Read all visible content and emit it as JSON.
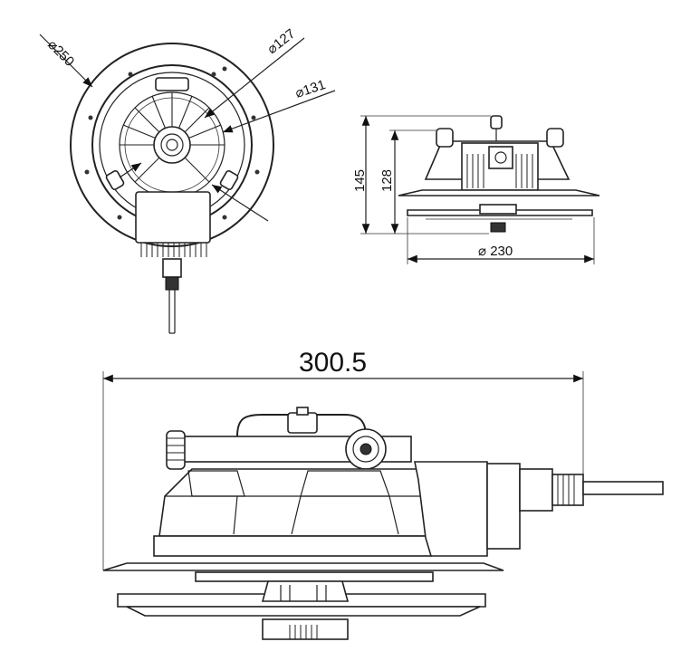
{
  "top_view": {
    "dim_outer": "250",
    "dim_inner": "127",
    "dim_middle": "131"
  },
  "side_view": {
    "dim_height_total": "145",
    "dim_height_body": "128",
    "dim_width": "230"
  },
  "front_view": {
    "dim_length": "300.5"
  },
  "symbols": {
    "diameter": "⌀"
  }
}
